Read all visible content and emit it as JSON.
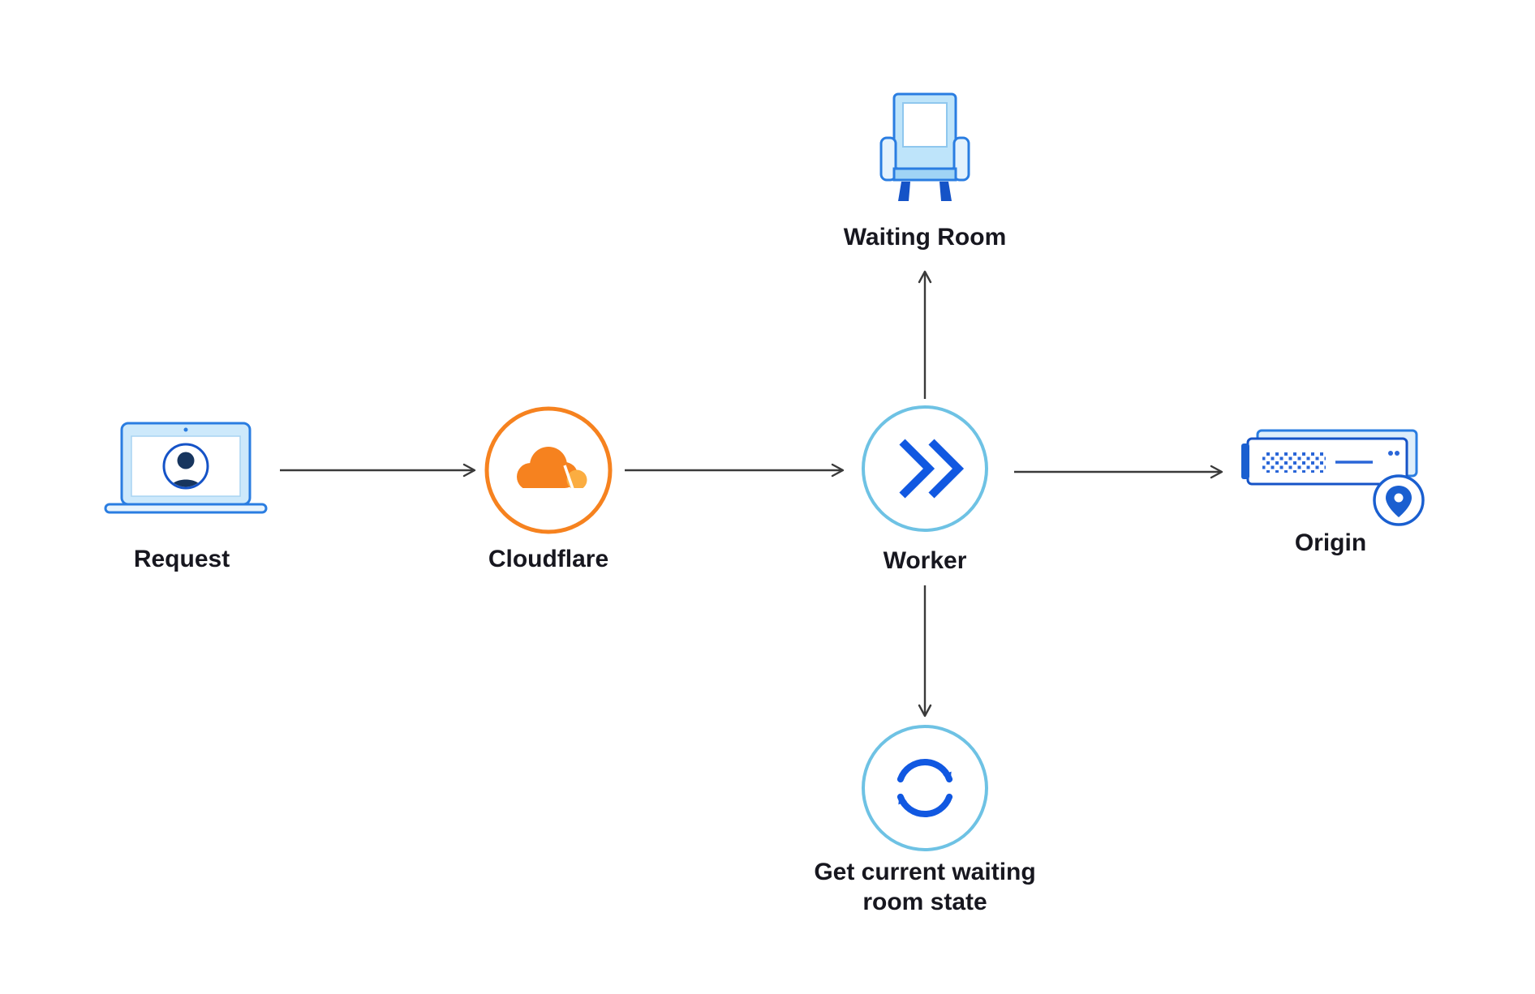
{
  "diagram": {
    "colors": {
      "background": "#ffffff",
      "cloudflare_orange": "#F6821F",
      "cloudflare_light_orange": "#FBAD41",
      "worker_blue": "#1158E1",
      "ring_light_blue": "#6EC2E4",
      "icon_blue": "#2A7DE1",
      "icon_dark_blue": "#1553C7",
      "pale_blue": "#BEE4FA",
      "arrow_gray": "#3A3A3A",
      "label_color": "#17171F"
    },
    "nodes": {
      "request": {
        "label": "Request",
        "icon": "laptop-user-icon"
      },
      "cloudflare": {
        "label": "Cloudflare",
        "icon": "cloudflare-logo-icon"
      },
      "worker": {
        "label": "Worker",
        "icon": "worker-chevrons-icon"
      },
      "waiting_room": {
        "label": "Waiting Room",
        "icon": "armchair-icon"
      },
      "origin": {
        "label": "Origin",
        "icon": "server-location-icon"
      },
      "waiting_room_state": {
        "label": "Get current waiting\nroom state",
        "icon": "sync-icon"
      }
    },
    "edges": [
      {
        "from": "request",
        "to": "cloudflare",
        "direction": "right"
      },
      {
        "from": "cloudflare",
        "to": "worker",
        "direction": "right"
      },
      {
        "from": "worker",
        "to": "waiting_room",
        "direction": "up"
      },
      {
        "from": "worker",
        "to": "origin",
        "direction": "right"
      },
      {
        "from": "worker",
        "to": "waiting_room_state",
        "direction": "down"
      }
    ]
  }
}
